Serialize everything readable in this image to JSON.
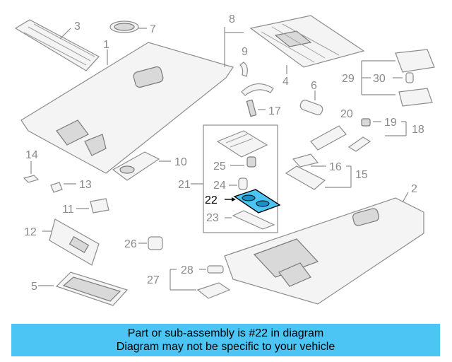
{
  "callouts": {
    "c1": "1",
    "c2": "2",
    "c3": "3",
    "c4": "4",
    "c5": "5",
    "c6": "6",
    "c7": "7",
    "c8": "8",
    "c9": "9",
    "c10": "10",
    "c11": "11",
    "c12": "12",
    "c13": "13",
    "c14": "14",
    "c15": "15",
    "c16": "16",
    "c17": "17",
    "c18": "18",
    "c19": "19",
    "c20": "20",
    "c21": "21",
    "c22": "22",
    "c23": "23",
    "c24": "24",
    "c25": "25",
    "c26": "26",
    "c27": "27",
    "c28": "28",
    "c29": "29",
    "c30": "30"
  },
  "highlight": {
    "part": "22",
    "color": "#4cc4f4"
  },
  "banner": {
    "line1": "Part or sub-assembly is #22 in diagram",
    "line2": "Diagram may not be specific to your vehicle",
    "background": "#4cc4f4"
  }
}
